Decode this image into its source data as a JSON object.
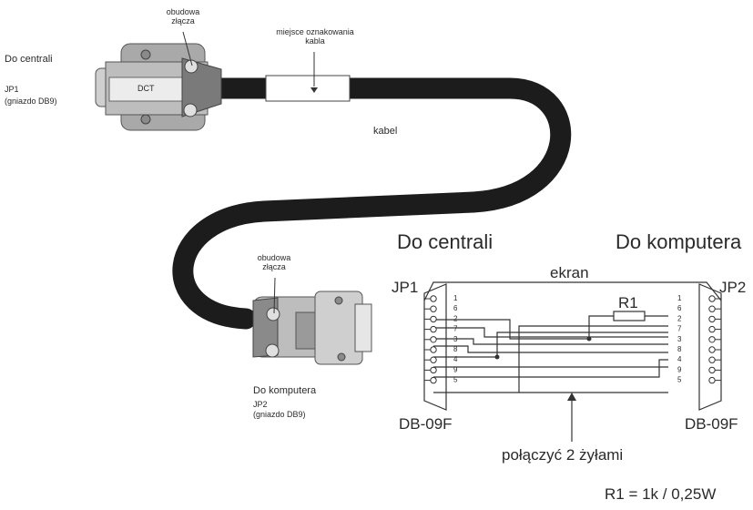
{
  "labels": {
    "top_connector_housing": "obudowa\nzłącza",
    "cable_marking_place": "miejsce oznakowania\nkabla",
    "top_destination": "Do centrali",
    "top_jack_id": "JP1",
    "top_jack_type": "(gniazdo DB9)",
    "connector_mark": "DCT",
    "cable": "kabel",
    "bottom_connector_housing": "obudowa\nzłącza",
    "bottom_destination": "Do komputera",
    "bottom_jack_id": "JP2",
    "bottom_jack_type": "(gniazdo DB9)"
  },
  "schematic": {
    "left_header": "Do centrali",
    "right_header": "Do komputera",
    "shield": "ekran",
    "resistor": "R1",
    "left_jack": "JP1",
    "right_jack": "JP2",
    "left_type": "DB-09F",
    "right_type": "DB-09F",
    "left_pins": [
      "1",
      "6",
      "2",
      "7",
      "3",
      "8",
      "4",
      "9",
      "5"
    ],
    "right_pins": [
      "1",
      "6",
      "2",
      "7",
      "3",
      "8",
      "4",
      "9",
      "5"
    ],
    "join_note": "połączyć 2 żyłami",
    "resistor_value": "R1 = 1k / 0,25W"
  }
}
